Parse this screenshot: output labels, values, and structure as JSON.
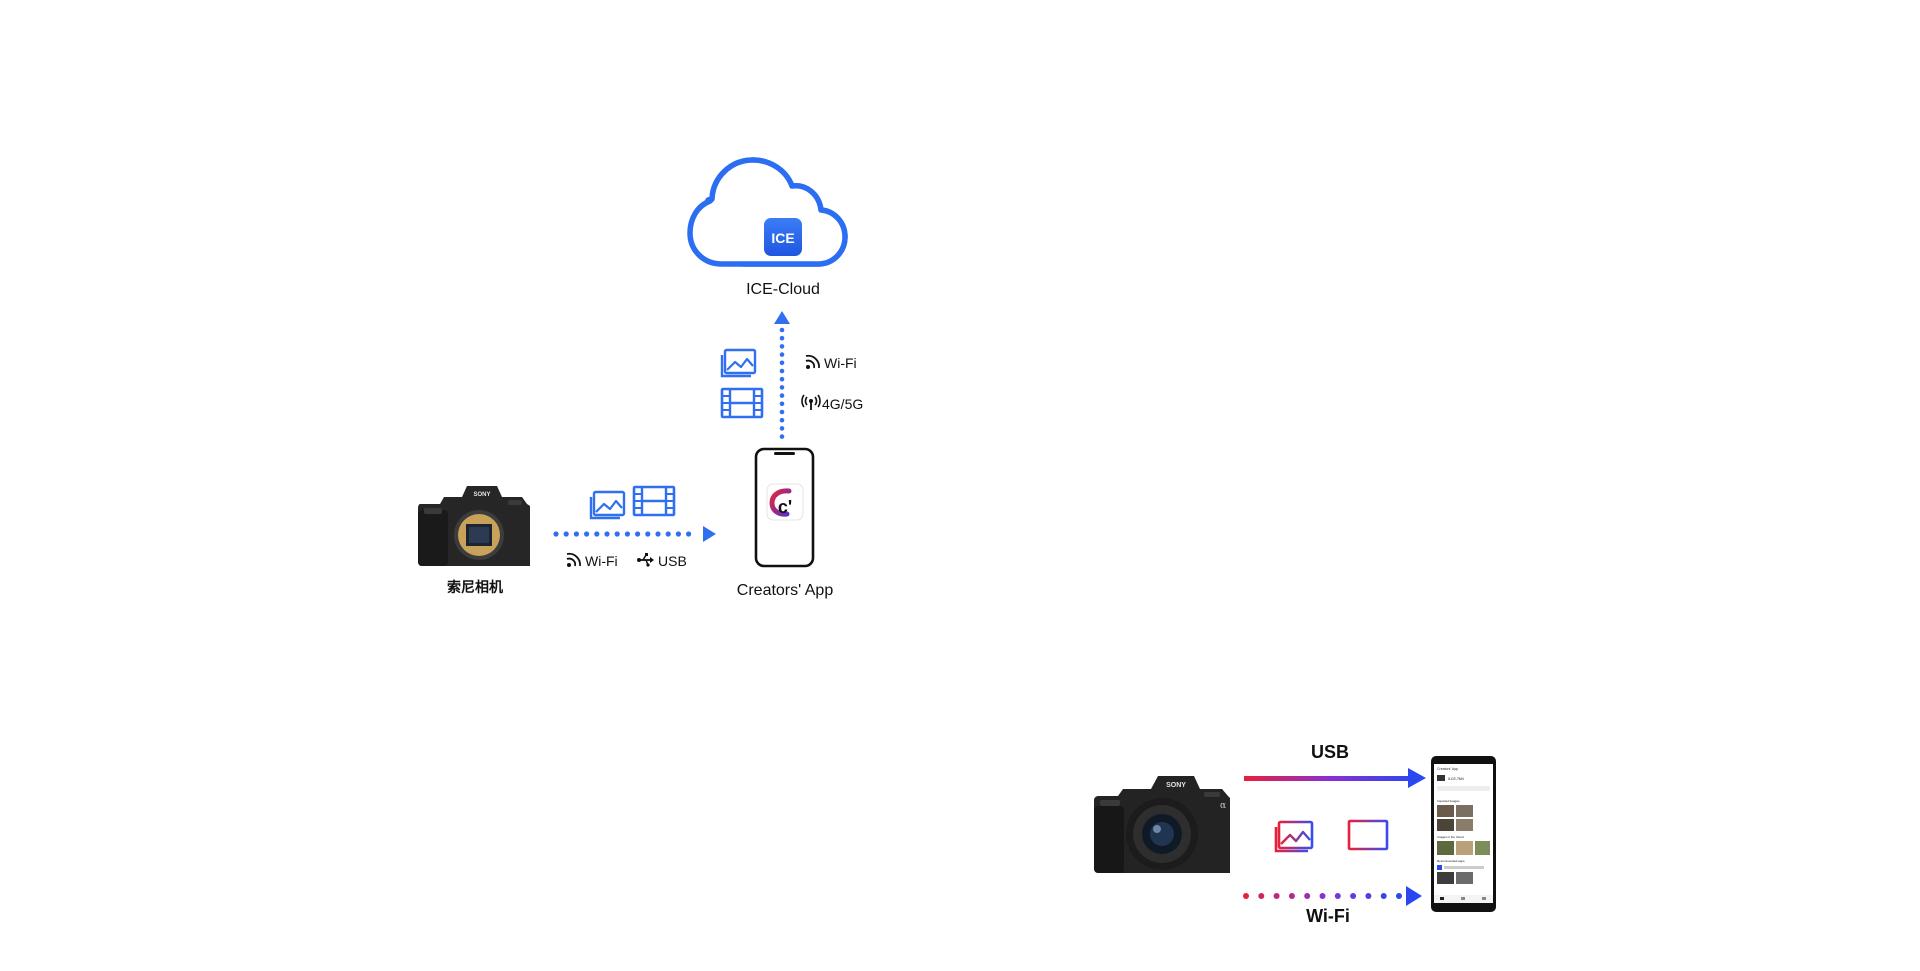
{
  "diagram1": {
    "cloud_badge": "ICE",
    "cloud_label": "ICE-Cloud",
    "up_links": {
      "wifi": "Wi-Fi",
      "cellular": "4G/5G"
    },
    "camera_label": "索尼相机",
    "side_links": {
      "wifi": "Wi-Fi",
      "usb": "USB"
    },
    "phone_app_glyph": "c'",
    "phone_label": "Creators' App",
    "colors": {
      "accent_blue": "#2f6ff0",
      "cloud_stroke": "#2b6ef2",
      "app_red": "#e3283c",
      "app_purple": "#5a2cc8"
    }
  },
  "diagram2": {
    "usb_label": "USB",
    "wifi_label": "Wi-Fi",
    "camera_brand": "SONY",
    "colors": {
      "gradient_start": "#e8203a",
      "gradient_mid": "#8a2fd0",
      "gradient_end": "#2a48f0"
    },
    "phone_screen": {
      "header": "Creators' App",
      "device": "ILCE-7M4",
      "sections": [
        "Imported Images",
        "Images in the Cloud",
        "Recommended apps"
      ]
    }
  },
  "icons": {
    "image": "image-icon",
    "film": "film-icon",
    "wifi": "wifi-icon",
    "usb": "usb-icon",
    "cellular": "cellular-antenna-icon",
    "cloud": "cloud-icon",
    "camera": "camera-icon",
    "phone": "smartphone-icon"
  }
}
